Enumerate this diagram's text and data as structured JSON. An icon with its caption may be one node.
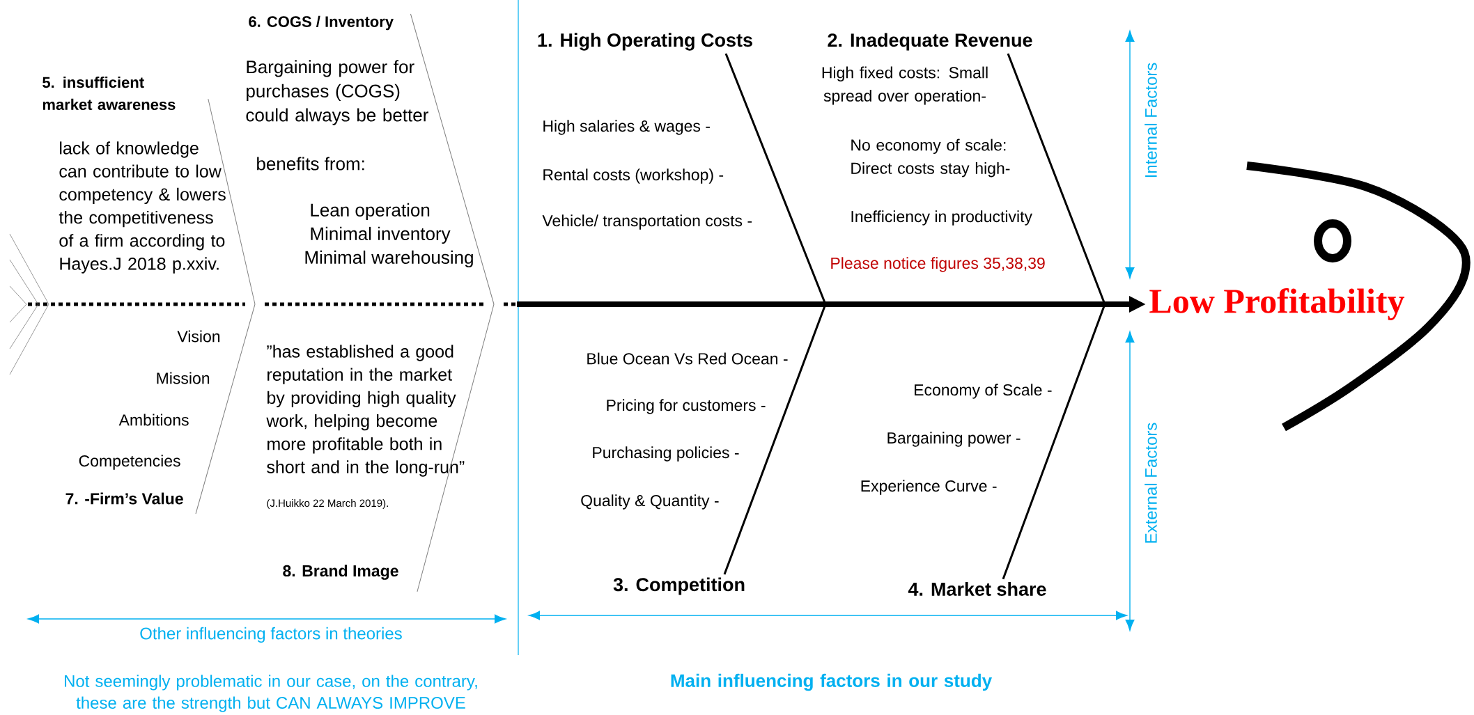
{
  "diagram": {
    "nodes": [
      {
        "text": [
          "1. High Operating Costs"
        ],
        "beside": [
          "High salaries & wages -",
          "Rental costs (workshop) -",
          "Vehicle/ transportation costs -"
        ]
      },
      {
        "text": [
          "2. Inadequate Revenue"
        ],
        "beside": [
          "High fixed costs: Small spread over operation-",
          "No economy of scale: Direct costs stay high-",
          "Inefficiency in productivity"
        ]
      },
      {
        "text": [
          "3. Competition"
        ],
        "beside": [
          "Blue Ocean Vs Red Ocean -",
          "Pricing for customers -",
          "Purchasing policies -",
          "Quality & Quantity -"
        ]
      },
      {
        "text": [
          "4. Market share"
        ],
        "beside": [
          "Economy of Scale -",
          "Bargaining power -",
          "Experience Curve -"
        ]
      },
      {
        "text": [
          "5. insufficient market awareness"
        ],
        "beside": [
          "lack of knowledge can contribute to low competency & lowers the competitiveness of a firm according to Hayes.J 2018 p.xxiv."
        ]
      },
      {
        "text": [
          "6. COGS / Inventory"
        ],
        "beside": [
          "Bargaining power for purchases (COGS) could always be better",
          "benefits from:",
          "Lean operation",
          "Minimal inventory",
          "Minimal warehousing"
        ]
      },
      {
        "text": [
          "7. -Firm’s Value"
        ],
        "beside": [
          "Vision",
          "Mission",
          "Ambitions",
          "Competencies"
        ]
      },
      {
        "text": [
          "8. Brand Image"
        ],
        "beside": [
          "”has established a good reputation in the market by providing high quality work, helping become more profitable both in short and in the long-run”",
          "(J.Huikko 22 March 2019)."
        ]
      },
      {
        "text": [
          "Low Profitability"
        ]
      }
    ],
    "edges": [
      {
        "from": null,
        "to": 8,
        "arrow": "to",
        "style": "thick"
      },
      {
        "from": 0,
        "to": null,
        "arrow": "none"
      },
      {
        "from": 1,
        "to": null,
        "arrow": "none"
      },
      {
        "from": 2,
        "to": null,
        "arrow": "none"
      },
      {
        "from": 3,
        "to": null,
        "arrow": "none"
      },
      {
        "from": 4,
        "to": null,
        "arrow": "none",
        "color": "#808080"
      },
      {
        "from": 5,
        "to": null,
        "arrow": "none",
        "color": "#808080"
      },
      {
        "from": 6,
        "to": null,
        "arrow": "none",
        "color": "#808080"
      },
      {
        "from": 7,
        "to": null,
        "arrow": "none",
        "color": "#808080"
      }
    ],
    "labels": [
      "Please notice figures 35,38,39",
      "Internal Factors",
      "External Factors",
      "Other influencing factors in theories",
      "Main influencing factors in our study",
      "Not seemingly problematic in our case, on the contrary, these are the strength but CAN ALWAYS IMPROVE"
    ]
  }
}
